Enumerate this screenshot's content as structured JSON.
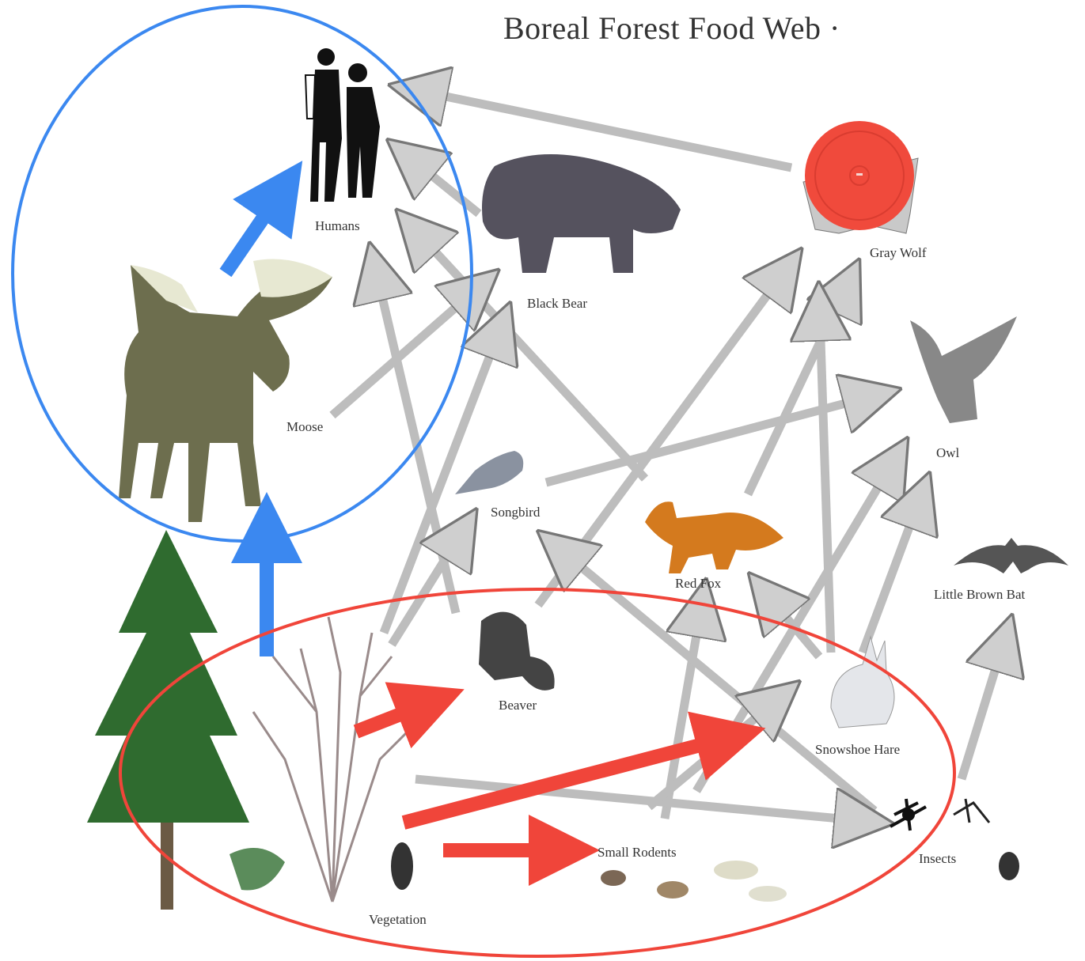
{
  "diagram": {
    "title": "Boreal Forest Food Web",
    "title_suffix": "·",
    "organisms": {
      "humans": "Humans",
      "black_bear": "Black Bear",
      "gray_wolf": "Gray Wolf",
      "moose": "Moose",
      "owl": "Owl",
      "songbird": "Songbird",
      "red_fox": "Red Fox",
      "little_brown_bat": "Little Brown Bat",
      "beaver": "Beaver",
      "snowshoe_hare": "Snowshoe Hare",
      "small_rodents": "Small Rodents",
      "insects": "Insects",
      "vegetation": "Vegetation"
    }
  },
  "annotations": {
    "blue_color": "#3b88f0",
    "red_color": "#f0453a",
    "redaction_color": "#f04a3c",
    "arrow_gray": "#c8c8c8"
  }
}
